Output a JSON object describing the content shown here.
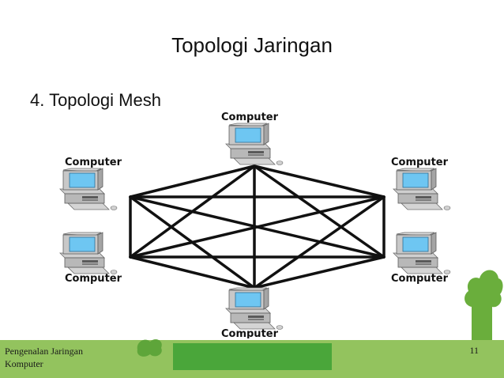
{
  "slide": {
    "title": "Topologi Jaringan",
    "subtitle": "4. Topologi Mesh"
  },
  "diagram": {
    "nodes": [
      {
        "label": "Computer"
      },
      {
        "label": "Computer"
      },
      {
        "label": "Computer"
      },
      {
        "label": "Computer"
      },
      {
        "label": "Computer"
      },
      {
        "label": "Computer"
      }
    ]
  },
  "footer": {
    "course": "Pengenalan Jaringan Komputer",
    "page": "11"
  },
  "colors": {
    "footer_bg": "#93c35e",
    "footer_bar": "#4aa63a",
    "monitor_screen": "#6ec6f2"
  }
}
